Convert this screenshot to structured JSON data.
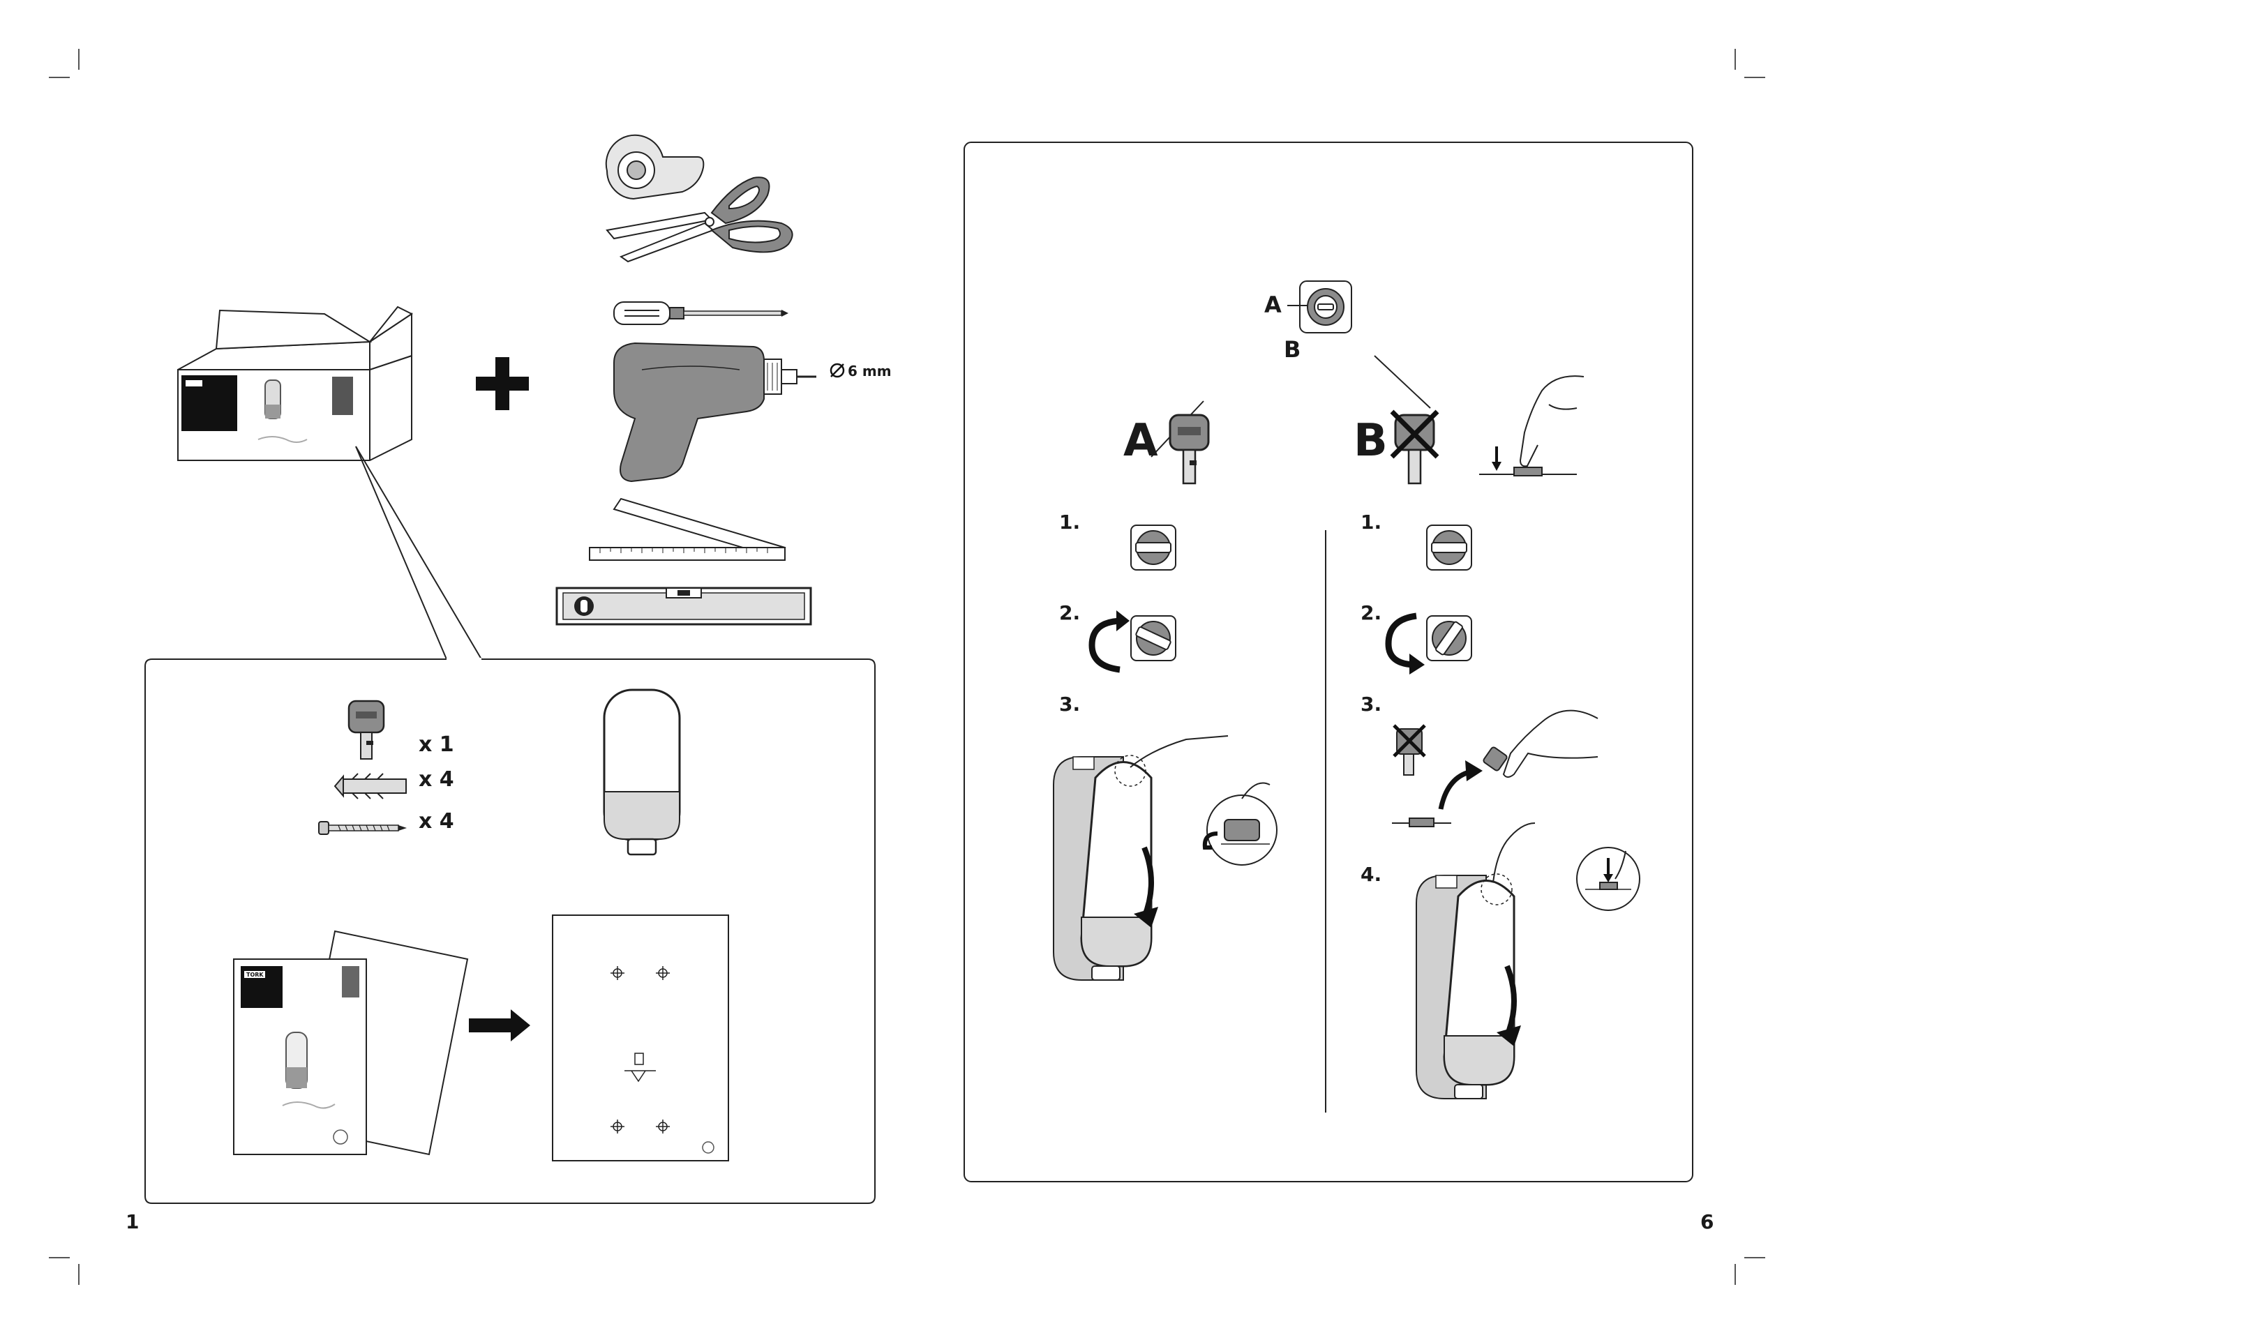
{
  "pages": {
    "left": {
      "page_number": "1",
      "drill": {
        "diameter_label": "6 mm"
      },
      "contents": [
        {
          "item": "key-icon",
          "quantity": "x 1"
        },
        {
          "item": "wall-plug-icon",
          "quantity": "x 4"
        },
        {
          "item": "screw-icon",
          "quantity": "x 4"
        }
      ],
      "brand_logo_text": "TORK"
    },
    "right": {
      "page_number": "6",
      "lock_diagram": {
        "label_a": "A",
        "label_b": "B"
      },
      "option_a": {
        "heading": "A",
        "steps": [
          "1.",
          "2.",
          "3."
        ]
      },
      "option_b": {
        "heading": "B",
        "steps": [
          "1.",
          "2.",
          "3.",
          "4."
        ]
      }
    }
  },
  "colors": {
    "line": "#1a1a1a",
    "grey_fill": "#8c8c8c",
    "light_fill": "#d9d9d9"
  }
}
